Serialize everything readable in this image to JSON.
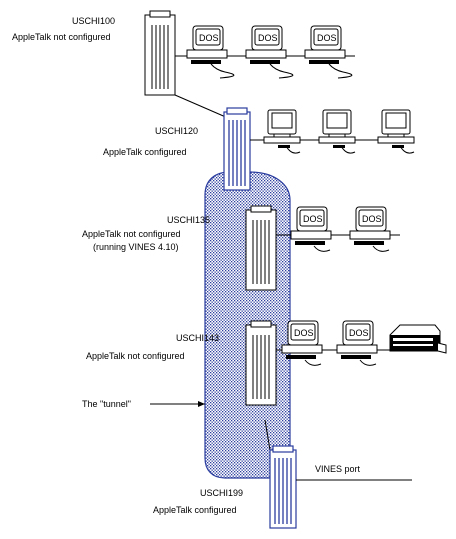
{
  "servers": [
    {
      "name": "USCHI100",
      "status": "AppleTalk not configured",
      "note": ""
    },
    {
      "name": "USCHI120",
      "status": "AppleTalk configured",
      "note": ""
    },
    {
      "name": "USCHI135",
      "status": "AppleTalk not configured",
      "note": "(running VINES 4.10)"
    },
    {
      "name": "USCHI143",
      "status": "AppleTalk not configured",
      "note": ""
    },
    {
      "name": "USCHI199",
      "status": "AppleTalk configured",
      "note": ""
    }
  ],
  "pc_screen_text": "DOS",
  "tunnel_label": "The \"tunnel\"",
  "vines_port_label": "VINES port",
  "icons": [
    "server-tower-icon",
    "dos-pc-icon",
    "macintosh-icon",
    "laser-printer-icon"
  ],
  "colors": {
    "line": "#000000",
    "accent": "#2a3c9e",
    "tunnel_fill": "#aab2d8"
  }
}
